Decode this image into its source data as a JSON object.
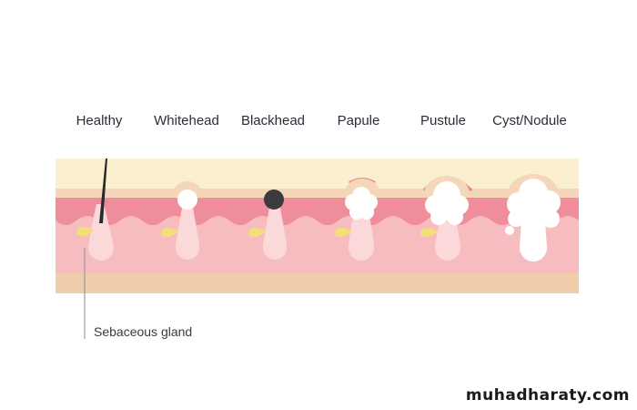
{
  "stages": [
    {
      "label": "Healthy"
    },
    {
      "label": "Whitehead"
    },
    {
      "label": "Blackhead"
    },
    {
      "label": "Papule"
    },
    {
      "label": "Pustule"
    },
    {
      "label": "Cyst/Nodule"
    }
  ],
  "annotation": {
    "label": "Sebaceous gland"
  },
  "watermark": {
    "text": "muhadharaty.com"
  },
  "colors": {
    "epidermis_top": "#faf0cf",
    "skin_line": "#f3d7b8",
    "inflamed_band": "#f08d9a",
    "dermis": "#f6bcc0",
    "subcutis": "#efcdab",
    "follicle": "#fbd9db",
    "sebum": "#ffffff",
    "blackhead": "#3b3b3f",
    "hair": "#2a2a2e",
    "gland": "#f2df7a",
    "inflammation_arc": "#e98b80"
  }
}
